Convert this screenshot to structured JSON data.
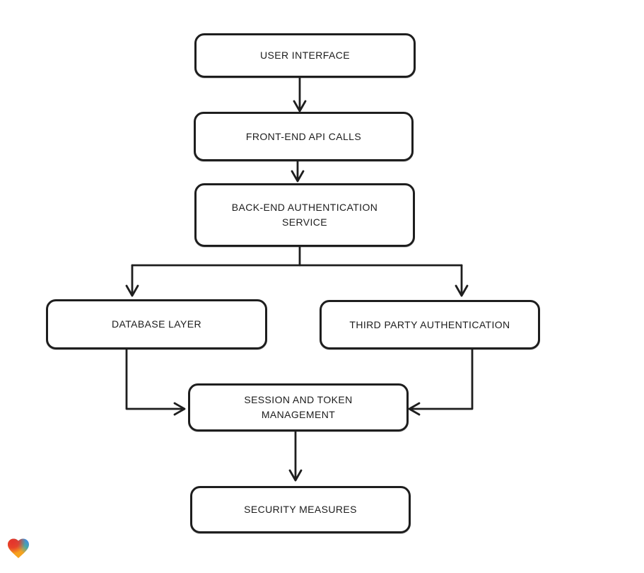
{
  "page": {
    "background": "#ffffff"
  },
  "diagram": {
    "type": "flowchart",
    "direction": "top-down",
    "style": "hand-drawn",
    "stroke_color": "#1e1e1e",
    "node_fill": "#ffffff",
    "nodes": [
      {
        "id": "user-interface",
        "label": "USER INTERFACE"
      },
      {
        "id": "front-end-api-calls",
        "label": "FRONT-END API CALLS"
      },
      {
        "id": "back-end-authentication-service",
        "label": "BACK-END AUTHENTICATION SERVICE"
      },
      {
        "id": "database-layer",
        "label": "DATABASE LAYER"
      },
      {
        "id": "third-party-authentication",
        "label": "THIRD PARTY AUTHENTICATION"
      },
      {
        "id": "session-and-token-management",
        "label": "SESSION AND TOKEN MANAGEMENT"
      },
      {
        "id": "security-measures",
        "label": "SECURITY MEASURES"
      }
    ],
    "edges": [
      {
        "from": "user-interface",
        "to": "front-end-api-calls"
      },
      {
        "from": "front-end-api-calls",
        "to": "back-end-authentication-service"
      },
      {
        "from": "back-end-authentication-service",
        "to": "database-layer"
      },
      {
        "from": "back-end-authentication-service",
        "to": "third-party-authentication"
      },
      {
        "from": "database-layer",
        "to": "session-and-token-management"
      },
      {
        "from": "third-party-authentication",
        "to": "session-and-token-management"
      },
      {
        "from": "session-and-token-management",
        "to": "security-measures"
      }
    ]
  },
  "logo": {
    "name": "gradient-heart-logo",
    "colors": {
      "red": "#e5332c",
      "orange": "#f6a21e",
      "teal": "#4aa8a5",
      "blue": "#3c82f6"
    }
  }
}
